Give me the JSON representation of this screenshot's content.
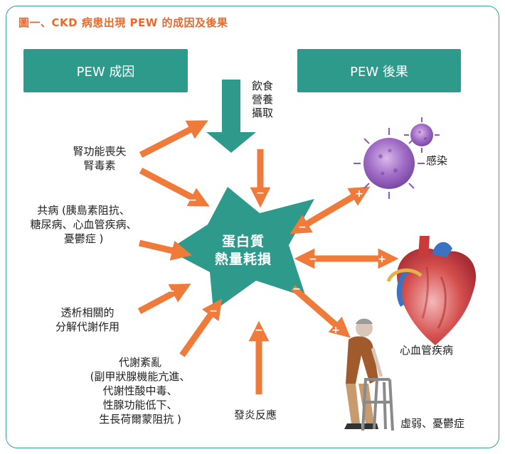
{
  "title": "圖一、CKD 病患出現 PEW 的成因及後果",
  "headers": {
    "cause": "PEW 成因",
    "effect": "PEW 後果"
  },
  "center": {
    "line1": "蛋白質",
    "line2": "熱量耗損"
  },
  "intake": [
    "飲食",
    "營養",
    "攝取"
  ],
  "causes": {
    "renal": [
      "腎功能喪失",
      "腎毒素"
    ],
    "comorbid": [
      "共病 (胰島素阻抗、",
      "糖尿病、心血管疾病、",
      "憂鬱症 )"
    ],
    "dialysis": [
      "透析相關的",
      "分解代謝作用"
    ],
    "metabolic": [
      "代謝紊亂",
      "(副甲狀腺機能亢進、",
      "代謝性酸中毒、",
      "性腺功能低下、",
      "生長荷爾蒙阻抗 )"
    ],
    "inflammation": "發炎反應"
  },
  "effects": {
    "infection": "感染",
    "cardio": "心血管疾病",
    "frailty": "虛弱、憂鬱症"
  },
  "signs": {
    "minus": "−",
    "plus": "+"
  },
  "colors": {
    "teal": "#2e9a8c",
    "orange": "#f07a3a",
    "title_orange": "#e8692b",
    "frame": "#3a9e92"
  }
}
